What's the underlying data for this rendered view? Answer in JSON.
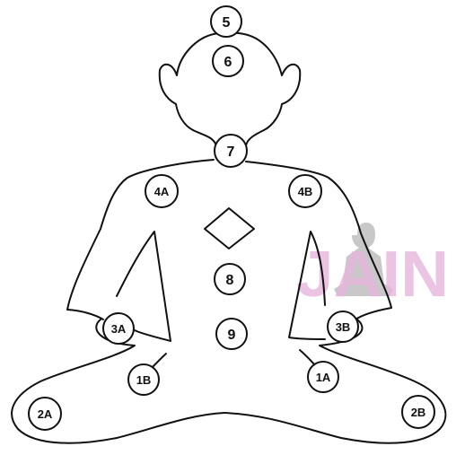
{
  "diagram": {
    "points": {
      "p5": "5",
      "p6": "6",
      "p7": "7",
      "p4a": "4A",
      "p4b": "4B",
      "p8": "8",
      "p9": "9",
      "p3a": "3A",
      "p3b": "3B",
      "p1b": "1B",
      "p1a": "1A",
      "p2a": "2A",
      "p2b": "2B"
    },
    "watermark": "JAIN"
  },
  "colors": {
    "outline": "#111111",
    "watermark_text": "#e6b6dc",
    "watermark_figure": "#9a9a9a",
    "background": "#ffffff"
  }
}
